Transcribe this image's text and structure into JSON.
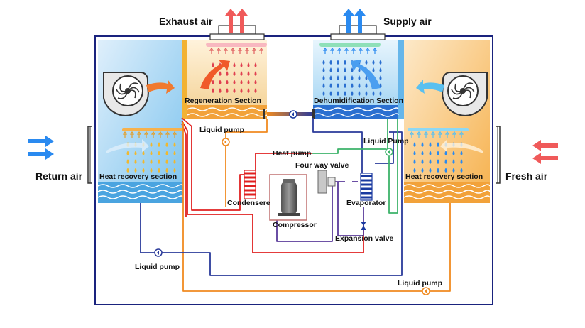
{
  "labels": {
    "exhaust_air": "Exhaust air",
    "supply_air": "Supply air",
    "return_air": "Return air",
    "fresh_air": "Fresh air",
    "regeneration_section": "Regeneration Section",
    "dehumidification_section": "Dehumidification Section",
    "heat_recovery_left": "Heat recovery section",
    "heat_recovery_right": "Heat recovery section",
    "liquid_pump_top_left": "Liquid  pump",
    "liquid_pump_top_right": "Liquid Pump",
    "liquid_pump_bottom_left": "Liquid pump",
    "liquid_pump_bottom_right": "Liquid pump",
    "heat_pump": "Heat pump",
    "four_way_valve": "Four way valve",
    "condenser": "Condensere",
    "evaporator": "Evaporator",
    "compressor": "Compressor",
    "expansion_valve": "Expansion valve"
  },
  "colors": {
    "frame": "#1a237e",
    "hot_panel": "#f7d8a0",
    "cold_panel": "#bfe3f7",
    "red_pipe": "#e02020",
    "blue_pipe": "#2a3a9a",
    "orange_pipe": "#f08a20",
    "green_pipe": "#3db36a",
    "purple_pipe": "#5a3a9a",
    "red_arrow": "#f05a5a",
    "blue_arrow": "#2a8af0"
  },
  "icons": [
    "fan-icon",
    "pump-icon",
    "droplet-icon",
    "arrow-icon",
    "valve-icon",
    "coil-icon"
  ]
}
